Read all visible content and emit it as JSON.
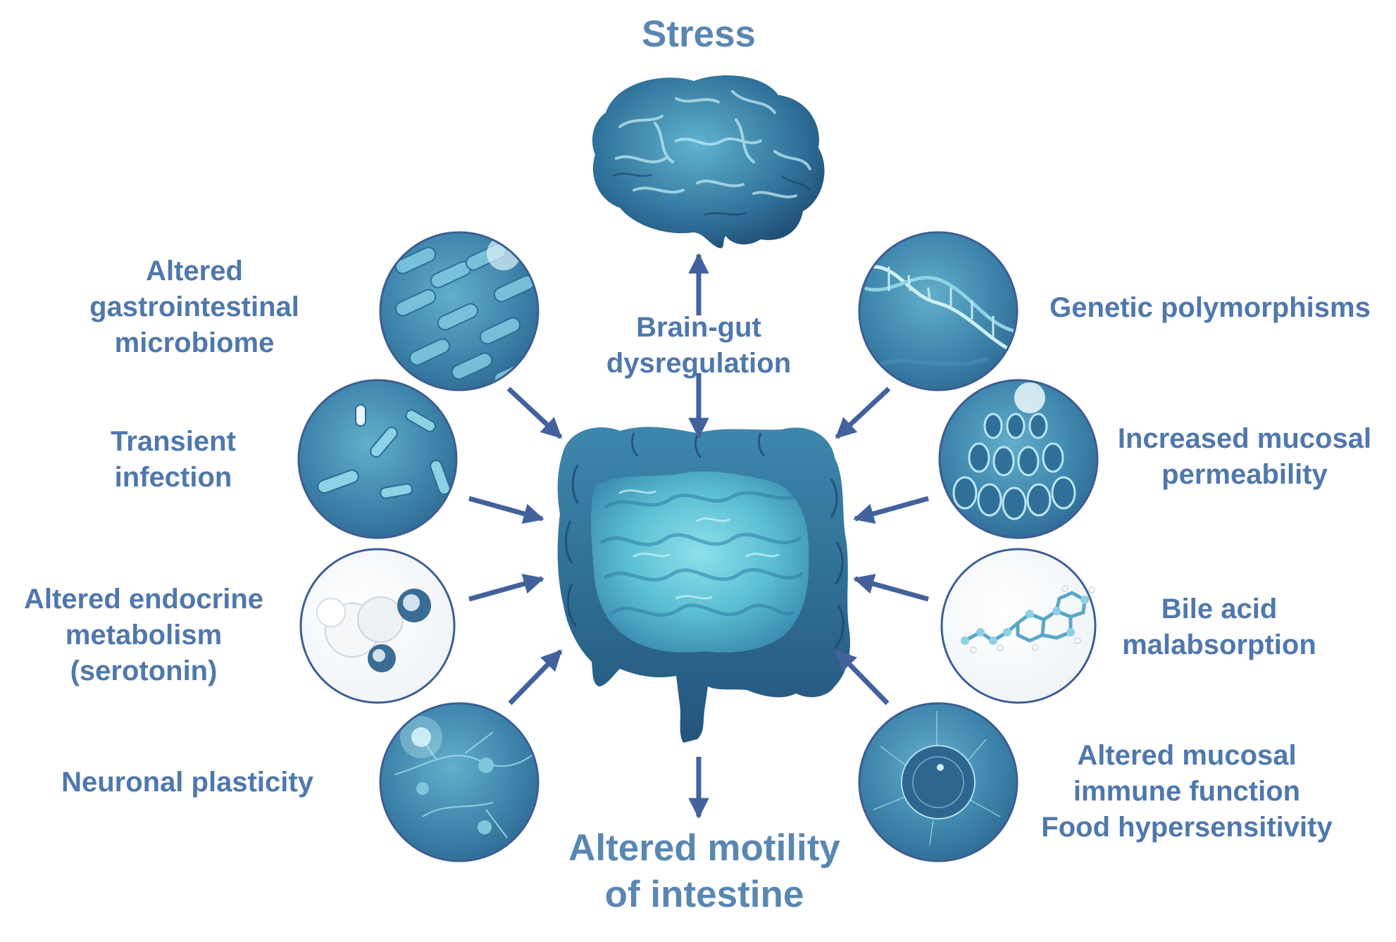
{
  "colors": {
    "text": "#4f78ad",
    "title_text": "#5a87b2",
    "arrow": "#43629d",
    "circle_border": "#3d5e93",
    "bubble_dark": "#2f6a94",
    "bubble_mid": "#3f87ad",
    "bubble_light": "#63aecb",
    "organ_cyan": "#74d4e0",
    "organ_mid": "#3f90b3",
    "organ_dark": "#23557c"
  },
  "header": {
    "title": "Stress"
  },
  "center": {
    "axis_label": [
      "Brain-gut",
      "dysregulation"
    ],
    "outcome": [
      "Altered motility",
      "of intestine"
    ]
  },
  "left_factors": [
    {
      "lines": [
        "Altered",
        "gastrointestinal",
        "microbiome"
      ],
      "icon": "microbiome-icon"
    },
    {
      "lines": [
        "Transient",
        "infection"
      ],
      "icon": "bacteria-icon"
    },
    {
      "lines": [
        "Altered endocrine",
        "metabolism",
        "(serotonin)"
      ],
      "icon": "molecule-icon"
    },
    {
      "lines": [
        "Neuronal plasticity"
      ],
      "icon": "neuron-icon"
    }
  ],
  "right_factors": [
    {
      "lines": [
        "Genetic polymorphisms"
      ],
      "icon": "dna-icon"
    },
    {
      "lines": [
        "Increased mucosal",
        "permeability"
      ],
      "icon": "villi-icon"
    },
    {
      "lines": [
        "Bile acid",
        "malabsorption"
      ],
      "icon": "bile-acid-icon"
    },
    {
      "lines": [
        "Altered mucosal",
        "immune function",
        "Food hypersensitivity"
      ],
      "icon": "immune-cell-icon"
    }
  ]
}
